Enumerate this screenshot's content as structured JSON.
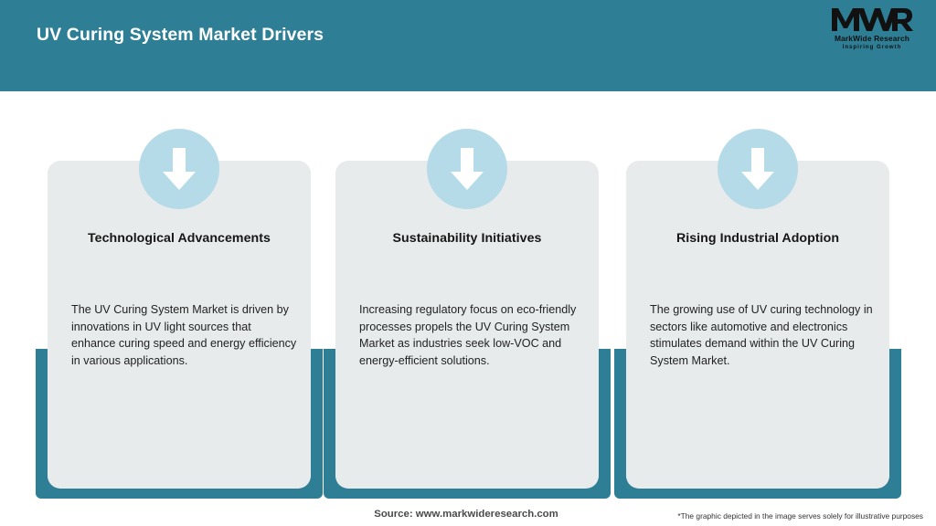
{
  "header": {
    "title": "UV Curing System Market Drivers",
    "background_color": "#2E7F95",
    "logo": {
      "mark": "MWR",
      "name": "MarkWide Research",
      "tagline": "Inspiring Growth"
    }
  },
  "cards": [
    {
      "icon": "down-arrow-icon",
      "title": "Technological Advancements",
      "body": "The UV Curing System Market is driven by innovations in UV light sources that enhance curing speed and energy efficiency in various applications."
    },
    {
      "icon": "down-arrow-icon",
      "title": "Sustainability Initiatives",
      "body": "Increasing regulatory focus on eco-friendly processes propels the UV Curing System Market as industries seek low-VOC and energy-efficient solutions."
    },
    {
      "icon": "down-arrow-icon",
      "title": "Rising Industrial Adoption",
      "body": "The growing use of UV curing technology in sectors like automotive and electronics stimulates demand within the UV Curing System Market."
    }
  ],
  "footer": {
    "source": "Source: www.markwideresearch.com",
    "disclaimer": "*The graphic depicted in the image serves solely for illustrative purposes"
  },
  "colors": {
    "accent_teal": "#2E7F95",
    "card_gray": "#E7EBEC",
    "icon_blue": "#B6DBE8",
    "page_background": "#FFFFFF"
  }
}
